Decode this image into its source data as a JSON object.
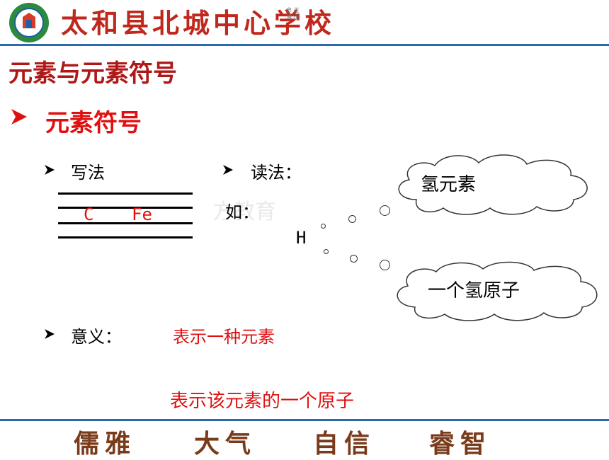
{
  "header": {
    "school_name": "太和县北城中心学校",
    "motto_small": "忠 正 博 远"
  },
  "slide": {
    "title": "元素与元素符号",
    "section": "元素符号",
    "writing_label": "写法",
    "writing_symbols": [
      "C",
      "Fe"
    ],
    "reading_label": "读法：",
    "example_label": "如：",
    "example_symbol": "H",
    "cloud_top": "氢元素",
    "cloud_bottom": "一个氢原子",
    "meaning_label": "意义：",
    "meaning_1": "表示一种元素",
    "meaning_2": "表示该元素的一个原子"
  },
  "footer": {
    "mottos": [
      "儒雅",
      "大气",
      "自信",
      "睿智"
    ]
  },
  "colors": {
    "accent_red": "#e01010",
    "title_red": "#b01717",
    "rule_blue": "#2f6aa8",
    "footer_brown": "#7a3b1a"
  }
}
